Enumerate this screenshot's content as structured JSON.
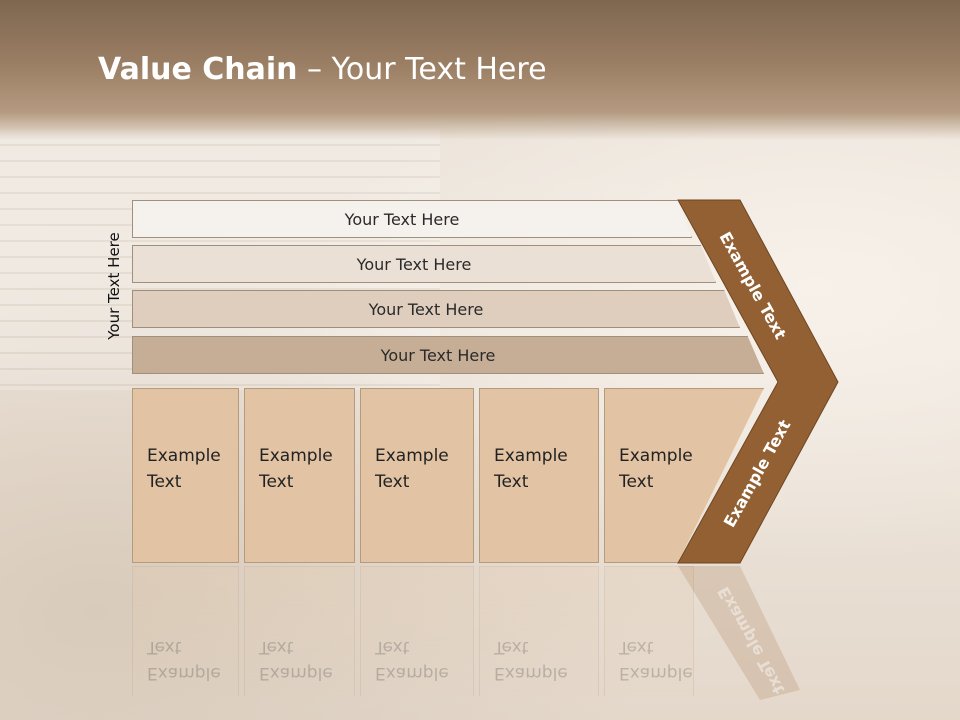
{
  "slide": {
    "title_bold": "Value Chain",
    "title_rest": " – Your Text Here",
    "vertical_label": "Your Text Here",
    "bars": [
      {
        "label": "Your Text Here",
        "fill": "#f5f1ec"
      },
      {
        "label": "Your Text Here",
        "fill": "#ebe0d5"
      },
      {
        "label": "Your Text Here",
        "fill": "#dfcebe"
      },
      {
        "label": "Your Text Here",
        "fill": "#c6ad95"
      }
    ],
    "columns": [
      {
        "line1": "Example",
        "line2": "Text"
      },
      {
        "line1": "Example",
        "line2": "Text"
      },
      {
        "line1": "Example",
        "line2": "Text"
      },
      {
        "line1": "Example",
        "line2": "Text"
      },
      {
        "line1": "Example",
        "line2": "Text"
      }
    ],
    "chevron": {
      "top_label": "Example Text",
      "bottom_label": "Example Text",
      "fill": "#936033"
    }
  }
}
